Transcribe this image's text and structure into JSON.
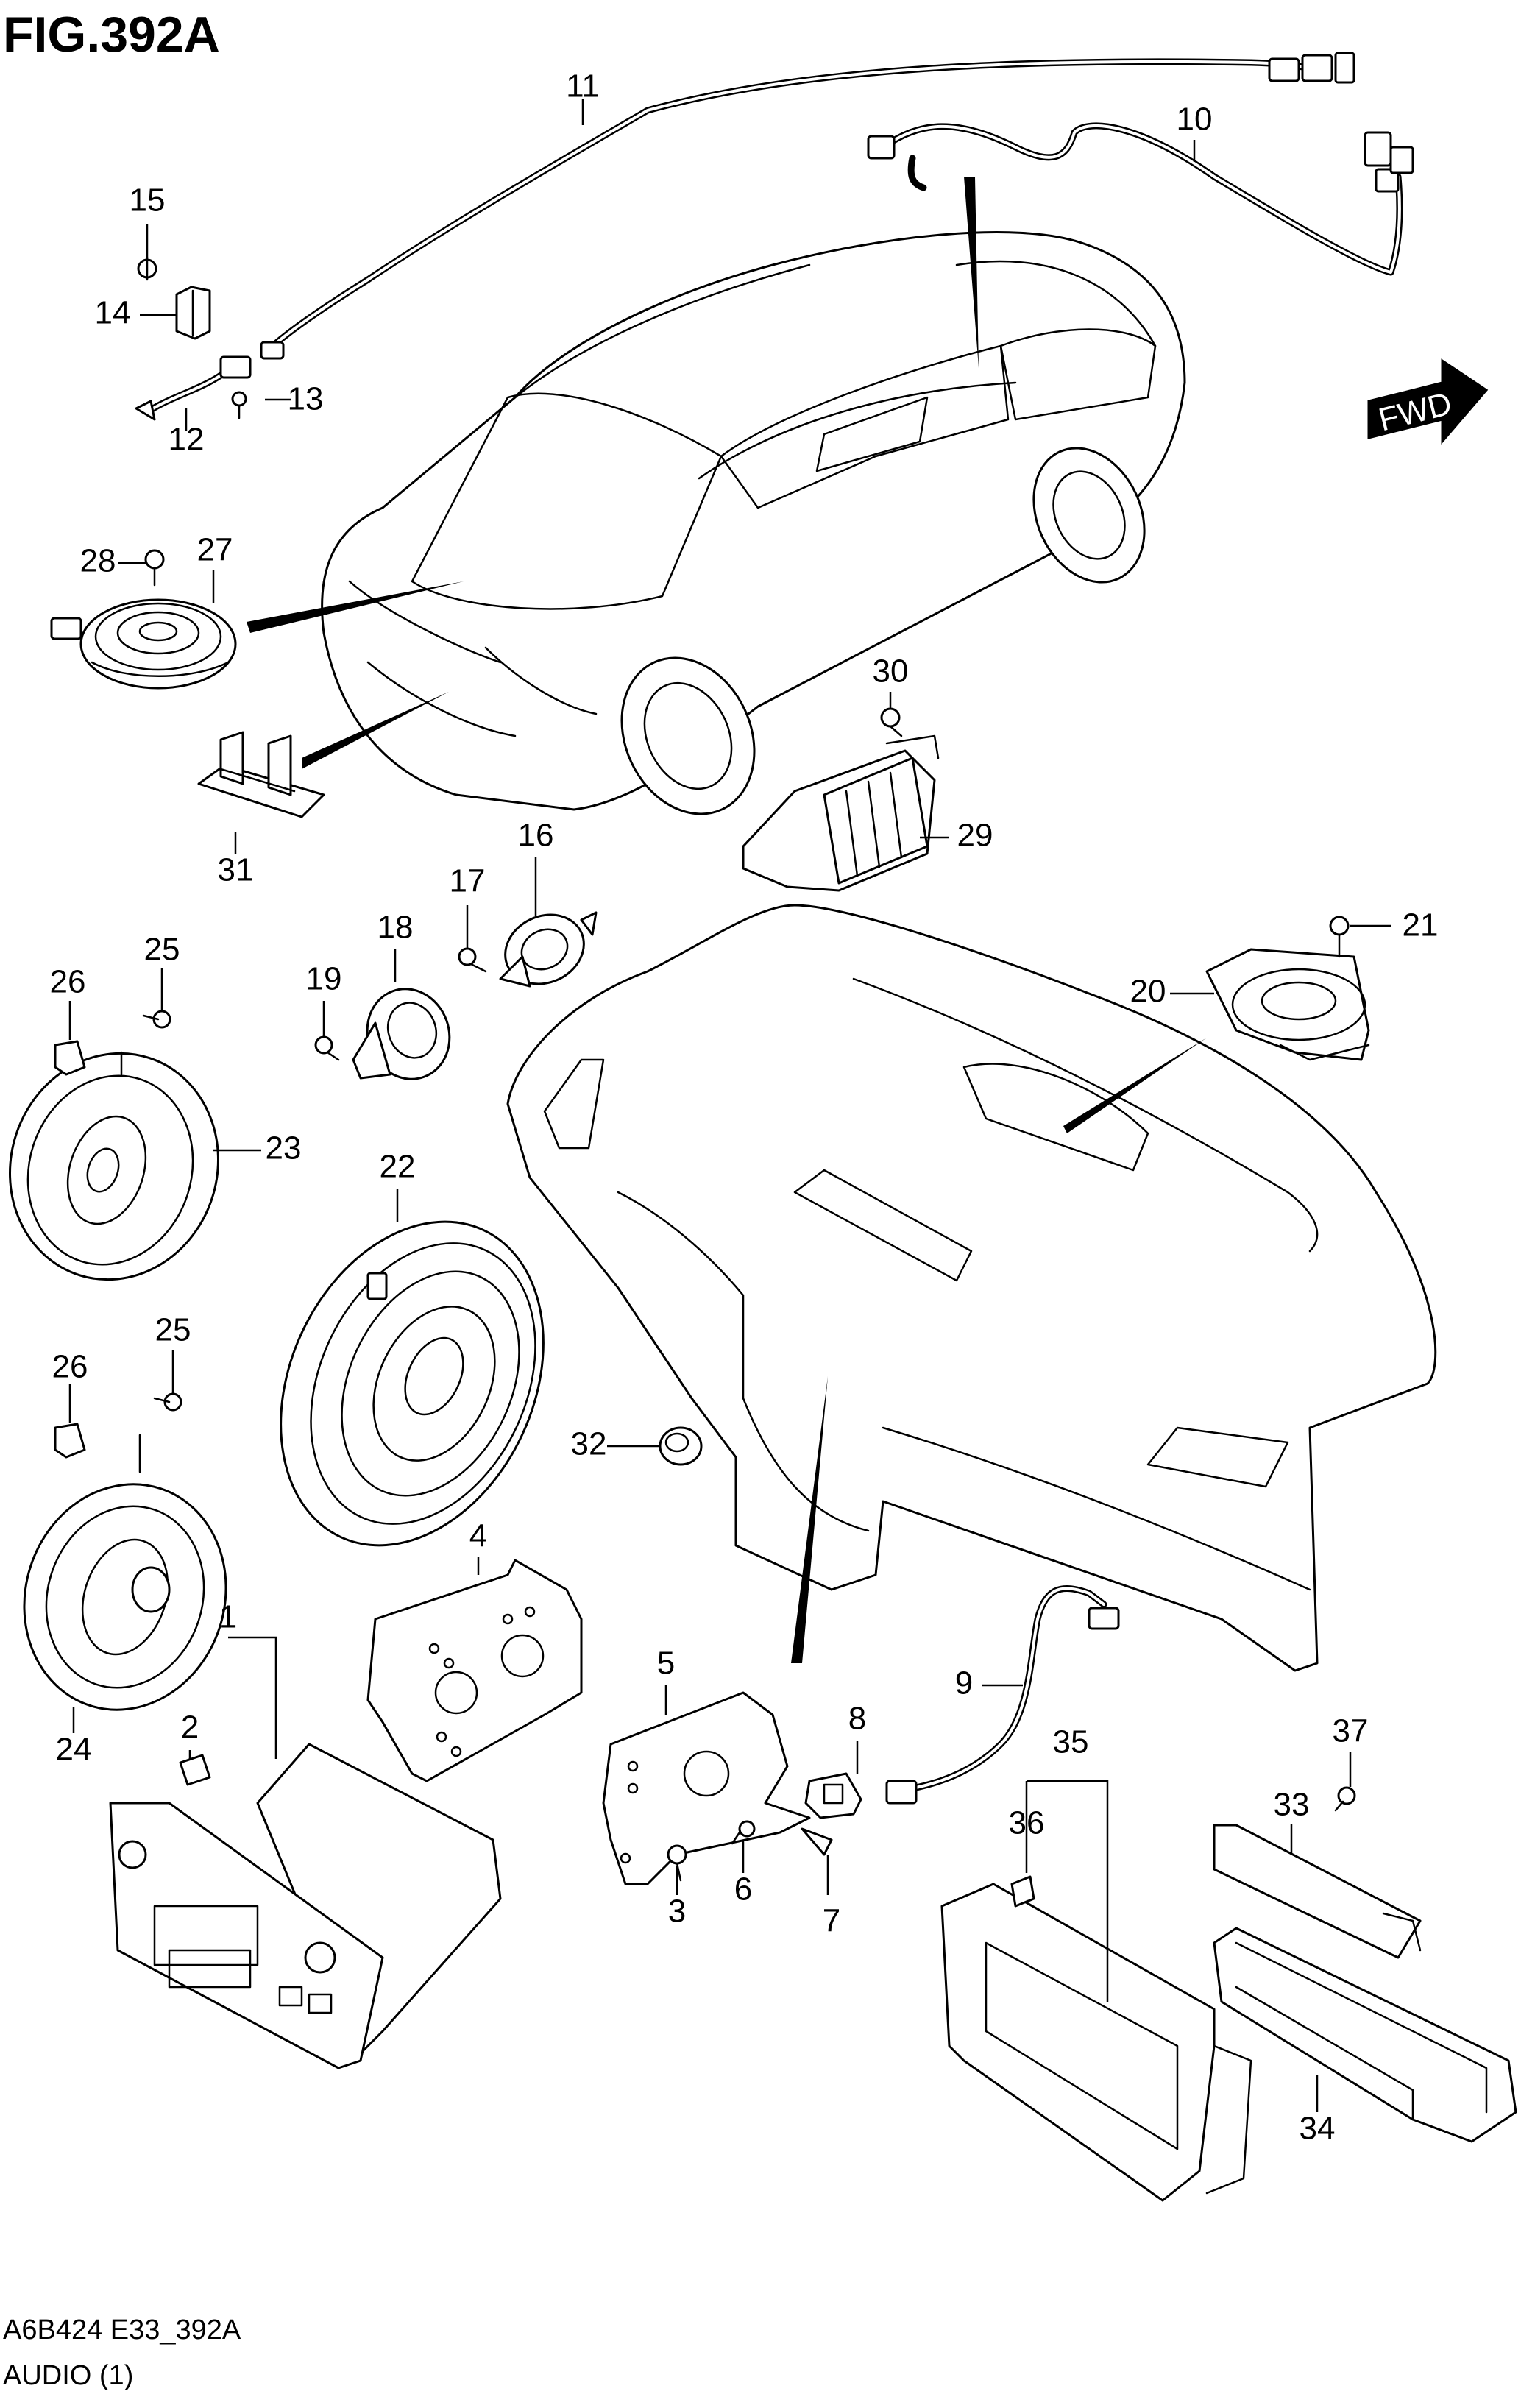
{
  "figure": {
    "title": "FIG.392A",
    "code": "A6B424 E33_392A",
    "section": "AUDIO (1)",
    "direction_label": "FWD"
  },
  "callouts": {
    "c1": "1",
    "c2": "2",
    "c3": "3",
    "c4": "4",
    "c5": "5",
    "c6": "6",
    "c7": "7",
    "c8": "8",
    "c9": "9",
    "c10": "10",
    "c11": "11",
    "c12": "12",
    "c13": "13",
    "c14": "14",
    "c15": "15",
    "c16": "16",
    "c17": "17",
    "c18": "18",
    "c19": "19",
    "c20": "20",
    "c21": "21",
    "c22": "22",
    "c23": "23",
    "c24": "24",
    "c25a": "25",
    "c25b": "25",
    "c26a": "26",
    "c26b": "26",
    "c27": "27",
    "c28": "28",
    "c29": "29",
    "c30": "30",
    "c31": "31",
    "c32": "32",
    "c33": "33",
    "c34": "34",
    "c35": "35",
    "c36": "36",
    "c37": "37"
  }
}
